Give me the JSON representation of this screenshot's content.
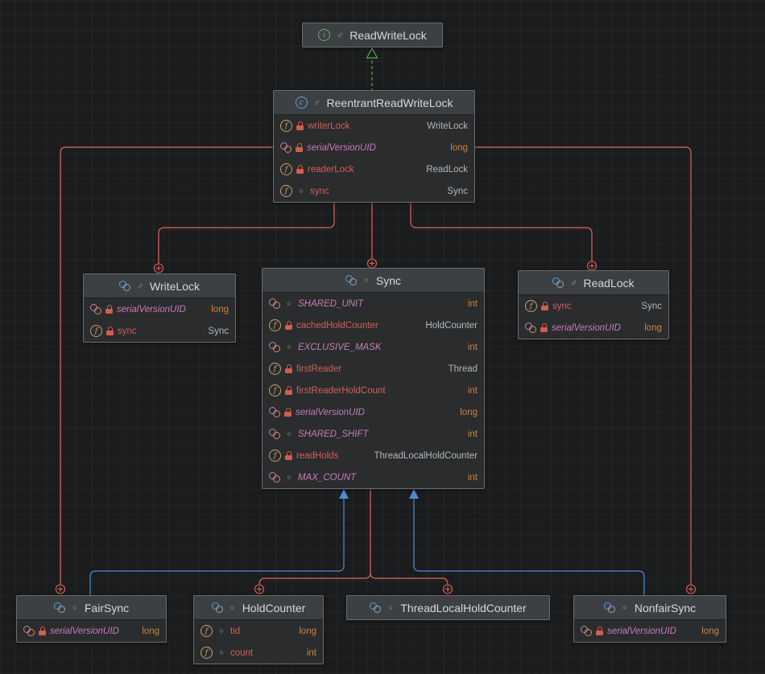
{
  "colors": {
    "edge_inner_class": "#e0645c",
    "edge_extends": "#4e8ad1",
    "edge_implements": "#5fad44",
    "node_header": "#3c4043",
    "node_body": "#2a2c2d",
    "field_name": "#d0605a",
    "static_field_name": "#c77dbb",
    "primitive_type": "#cc8442"
  },
  "icons": {
    "interface_letter": "i",
    "class_letter": "c",
    "field_letter": "f",
    "public_mark": "♂",
    "package_mark": "○"
  },
  "classes": {
    "readwritelock": {
      "title": "ReadWriteLock"
    },
    "reentrant": {
      "title": "ReentrantReadWriteLock",
      "fields": [
        {
          "name": "writerLock",
          "type": "WriteLock"
        },
        {
          "name": "serialVersionUID",
          "type": "long"
        },
        {
          "name": "readerLock",
          "type": "ReadLock"
        },
        {
          "name": "sync",
          "type": "Sync"
        }
      ]
    },
    "writelock": {
      "title": "WriteLock",
      "fields": [
        {
          "name": "serialVersionUID",
          "type": "long"
        },
        {
          "name": "sync",
          "type": "Sync"
        }
      ]
    },
    "sync": {
      "title": "Sync",
      "fields": [
        {
          "name": "SHARED_UNIT",
          "type": "int"
        },
        {
          "name": "cachedHoldCounter",
          "type": "HoldCounter"
        },
        {
          "name": "EXCLUSIVE_MASK",
          "type": "int"
        },
        {
          "name": "firstReader",
          "type": "Thread"
        },
        {
          "name": "firstReaderHoldCount",
          "type": "int"
        },
        {
          "name": "serialVersionUID",
          "type": "long"
        },
        {
          "name": "SHARED_SHIFT",
          "type": "int"
        },
        {
          "name": "readHolds",
          "type": "ThreadLocalHoldCounter"
        },
        {
          "name": "MAX_COUNT",
          "type": "int"
        }
      ]
    },
    "readlock": {
      "title": "ReadLock",
      "fields": [
        {
          "name": "sync",
          "type": "Sync"
        },
        {
          "name": "serialVersionUID",
          "type": "long"
        }
      ]
    },
    "fairsync": {
      "title": "FairSync",
      "fields": [
        {
          "name": "serialVersionUID",
          "type": "long"
        }
      ]
    },
    "holdcounter": {
      "title": "HoldCounter",
      "fields": [
        {
          "name": "tid",
          "type": "long"
        },
        {
          "name": "count",
          "type": "int"
        }
      ]
    },
    "threadlocalholdcounter": {
      "title": "ThreadLocalHoldCounter"
    },
    "nonfairsync": {
      "title": "NonfairSync",
      "fields": [
        {
          "name": "serialVersionUID",
          "type": "long"
        }
      ]
    }
  }
}
